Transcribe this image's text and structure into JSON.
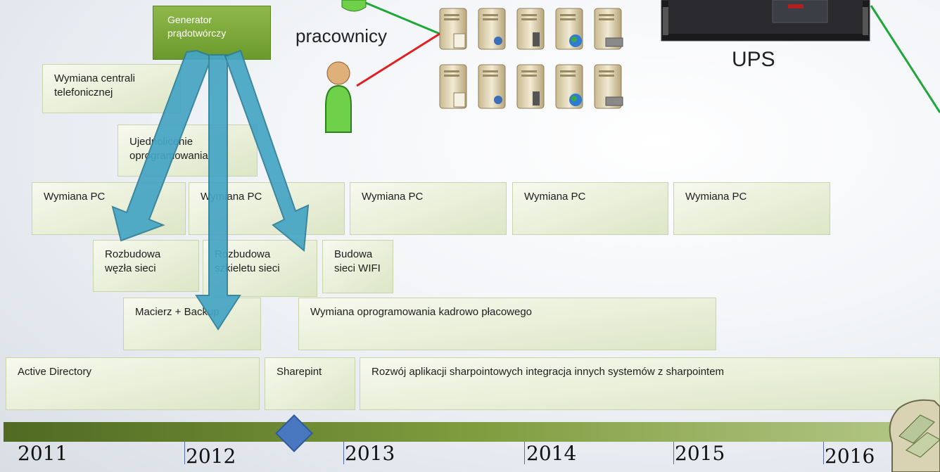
{
  "generator": {
    "line1": "Generator",
    "line2": "prądotwórczy"
  },
  "workers_label": "pracownicy",
  "ups_label": "UPS",
  "boxes": {
    "central_line1": "Wymiana centrali",
    "central_line2": "telefonicznej",
    "unify_line1": "Ujednolicenie",
    "unify_line2": "oprogramowania",
    "pc1": "Wymiana PC",
    "pc2": "Wymiana PC",
    "pc3": "Wymiana PC",
    "pc4": "Wymiana PC",
    "pc5": "Wymiana PC",
    "node_line1": "Rozbudowa",
    "node_line2": "węzła sieci",
    "backbone_line1": "Rozbudowa",
    "backbone_line2": "szkieletu sieci",
    "wifi_line1": "Budowa",
    "wifi_line2": "sieci WIFI",
    "backup": "Macierz + Backup",
    "payroll": "Wymiana oprogramowania kadrowo płacowego",
    "ad": "Active Directory",
    "sharepint": "Sharepint",
    "sharepoint_dev": "Rozwój aplikacji sharpointowych integracja innych systemów z sharpointem"
  },
  "years": [
    "2011",
    "2012",
    "2013",
    "2014",
    "2015",
    "2016"
  ],
  "colors": {
    "accent_green": "#6b9a2c",
    "arrow_blue": "#45a5c4",
    "timeline": "#6b8a33",
    "marker": "#4a78c0",
    "link_green": "#1ea83a",
    "link_red": "#e02020"
  }
}
